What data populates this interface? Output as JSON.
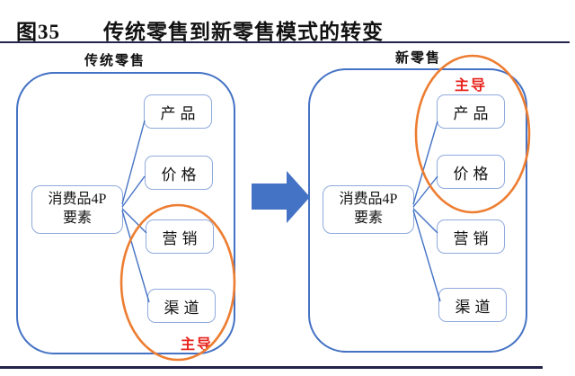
{
  "figure": {
    "number": "图35",
    "title": "传统零售到新零售模式的转变"
  },
  "colors": {
    "panel_border": "#4472C4",
    "item_border": "#8FAADC",
    "connector": "#4472C4",
    "arrow_fill": "#4472C4",
    "highlight_ellipse": "#ED7D31",
    "highlight_text": "#E8231D",
    "divider": "#23234B"
  },
  "left_panel": {
    "label": "传统零售",
    "core_box": {
      "line1": "消费品4P",
      "line2": "要素"
    },
    "items": [
      {
        "label": "产品"
      },
      {
        "label": "价格"
      },
      {
        "label": "营销"
      },
      {
        "label": "渠道"
      }
    ],
    "highlight_label": "主导",
    "highlighted_items": "营销、渠道"
  },
  "right_panel": {
    "label": "新零售",
    "core_box": {
      "line1": "消费品4P",
      "line2": "要素"
    },
    "items": [
      {
        "label": "产品"
      },
      {
        "label": "价格"
      },
      {
        "label": "营销"
      },
      {
        "label": "渠道"
      }
    ],
    "highlight_label": "主导",
    "highlighted_items": "产品、价格"
  }
}
